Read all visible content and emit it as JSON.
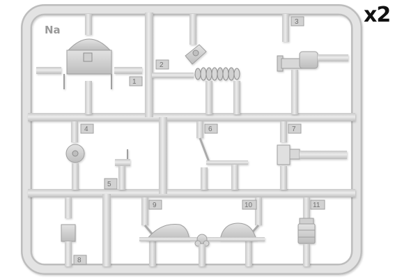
{
  "sprue": {
    "id_label": "Na",
    "quantity_label": "x2",
    "part_numbers": [
      "1",
      "2",
      "3",
      "4",
      "5",
      "6",
      "7",
      "8",
      "9",
      "10",
      "11"
    ]
  },
  "colors": {
    "background": "#ffffff",
    "plastic_light": "#e6e6e6",
    "plastic": "#d6d6d6",
    "plastic_shadow": "#a9a9a9",
    "label_text": "#111111"
  }
}
